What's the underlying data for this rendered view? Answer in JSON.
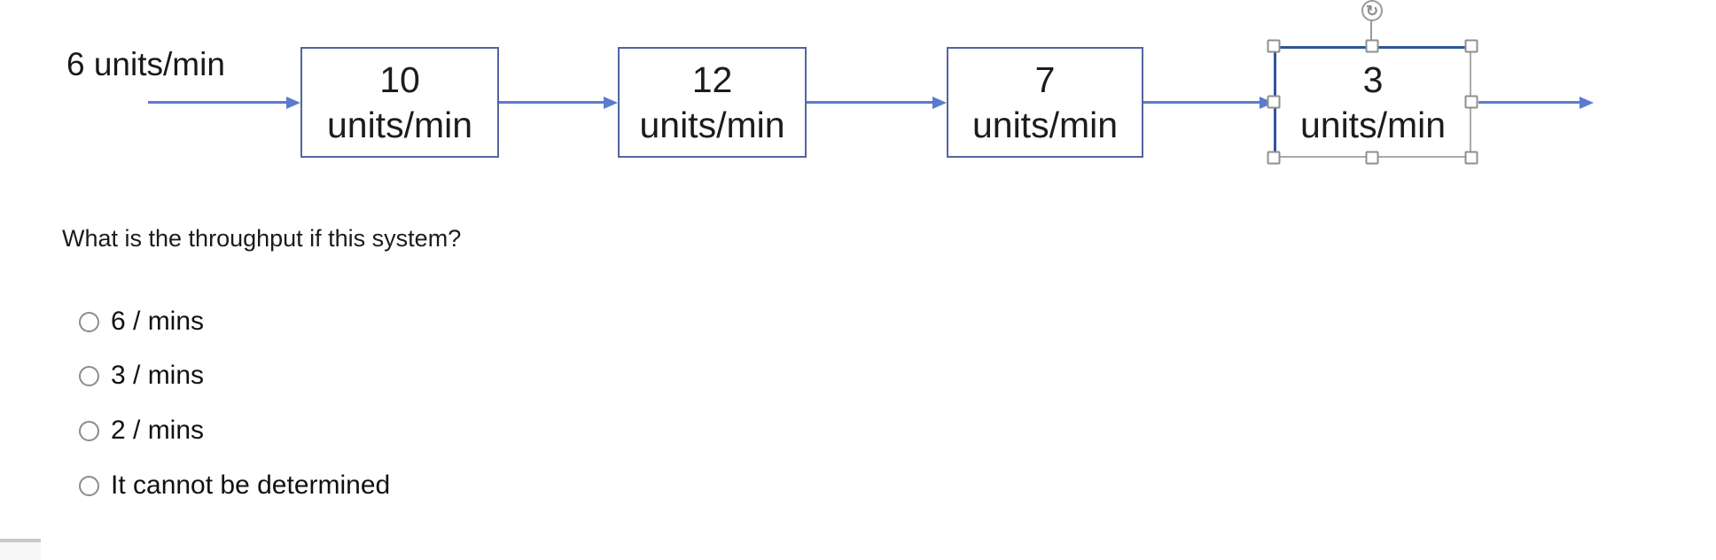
{
  "diagram": {
    "input_label": "6 units/min",
    "stations": [
      {
        "rate": "10",
        "unit": "units/min",
        "selected": false
      },
      {
        "rate": "12",
        "unit": "units/min",
        "selected": false
      },
      {
        "rate": "7",
        "unit": "units/min",
        "selected": false
      },
      {
        "rate": "3",
        "unit": "units/min",
        "selected": true
      }
    ],
    "colors": {
      "box_border": "#51669f",
      "selected_box_border": "#2f5597",
      "arrow": "#5b7cce",
      "selection_outline": "#a9a9a9",
      "handle_border": "#8f8f8f"
    },
    "rotate_icon_glyph": "↻"
  },
  "question": {
    "text": "What is the throughput if this system?"
  },
  "options": [
    {
      "label": "6 / mins"
    },
    {
      "label": "3 / mins"
    },
    {
      "label": "2 / mins"
    },
    {
      "label": "It cannot be determined"
    }
  ]
}
